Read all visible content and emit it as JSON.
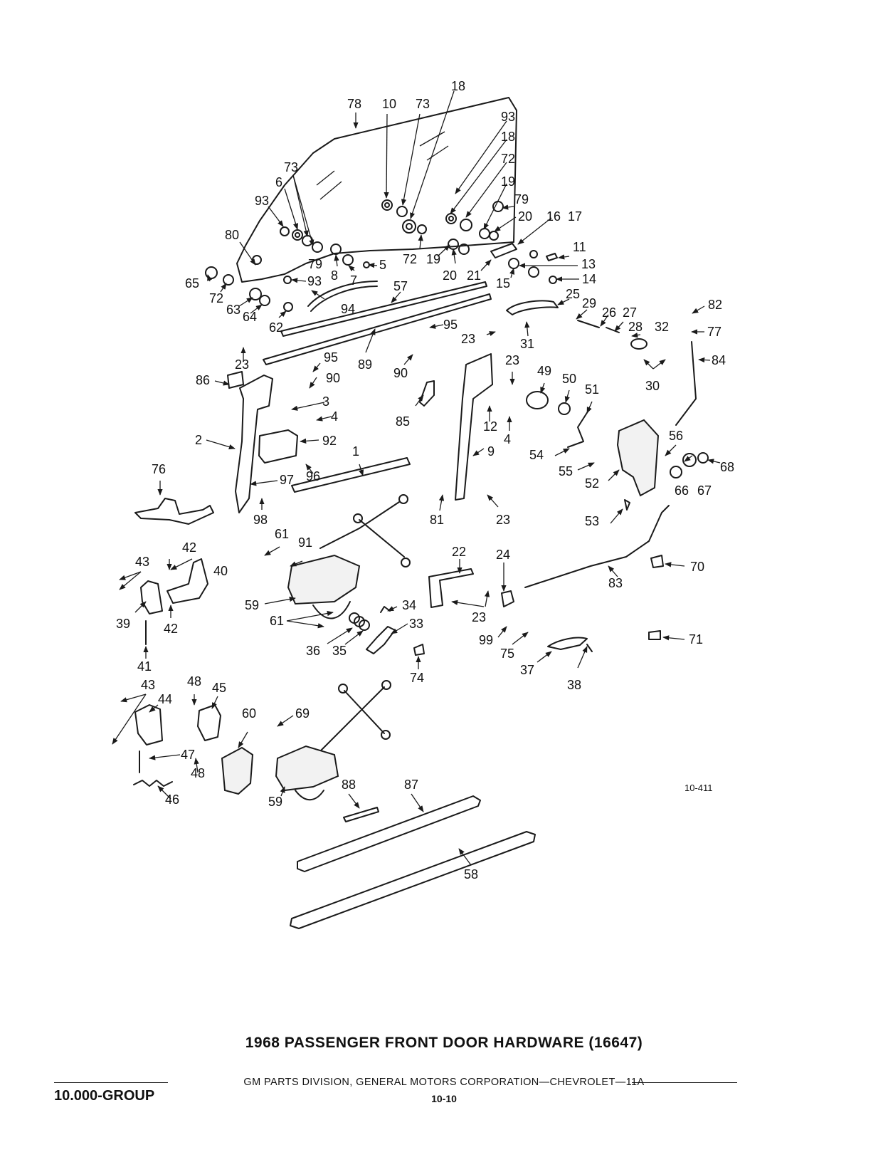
{
  "title": "1968 PASSENGER FRONT DOOR HARDWARE (16647)",
  "footer": {
    "division": "GM PARTS DIVISION, GENERAL MOTORS CORPORATION—CHEVROLET—11A",
    "group": "10.000-GROUP",
    "page": "10-10"
  },
  "figure_ref": "10-411",
  "callouts": {
    "c1": "1",
    "c2": "2",
    "c3": "3",
    "c4a": "4",
    "c4b": "4",
    "c5": "5",
    "c6": "6",
    "c7": "7",
    "c8": "8",
    "c9": "9",
    "c10": "10",
    "c11": "11",
    "c12": "12",
    "c13": "13",
    "c14": "14",
    "c15": "15",
    "c16": "16",
    "c17": "17",
    "c18a": "18",
    "c18b": "18",
    "c19a": "19",
    "c19b": "19",
    "c20a": "20",
    "c20b": "20",
    "c21": "21",
    "c22": "22",
    "c23a": "23",
    "c23b": "23",
    "c23c": "23",
    "c23d": "23",
    "c23e": "23",
    "c24": "24",
    "c25": "25",
    "c26": "26",
    "c27": "27",
    "c28": "28",
    "c29": "29",
    "c30": "30",
    "c31": "31",
    "c32": "32",
    "c33": "33",
    "c34": "34",
    "c35": "35",
    "c36": "36",
    "c37": "37",
    "c38": "38",
    "c39": "39",
    "c40": "40",
    "c41": "41",
    "c42a": "42",
    "c42b": "42",
    "c43a": "43",
    "c43b": "43",
    "c44": "44",
    "c45": "45",
    "c46": "46",
    "c47": "47",
    "c48a": "48",
    "c48b": "48",
    "c49": "49",
    "c50": "50",
    "c51": "51",
    "c52": "52",
    "c53": "53",
    "c54": "54",
    "c55": "55",
    "c56": "56",
    "c57": "57",
    "c58": "58",
    "c59a": "59",
    "c59b": "59",
    "c60": "60",
    "c61a": "61",
    "c61b": "61",
    "c62": "62",
    "c63": "63",
    "c64": "64",
    "c65": "65",
    "c66": "66",
    "c67": "67",
    "c68": "68",
    "c69": "69",
    "c70": "70",
    "c71": "71",
    "c72a": "72",
    "c72b": "72",
    "c72c": "72",
    "c73a": "73",
    "c73b": "73",
    "c74": "74",
    "c75": "75",
    "c76": "76",
    "c77": "77",
    "c78": "78",
    "c79a": "79",
    "c79b": "79",
    "c80": "80",
    "c81": "81",
    "c82": "82",
    "c83": "83",
    "c84": "84",
    "c85": "85",
    "c86": "86",
    "c87": "87",
    "c88": "88",
    "c89": "89",
    "c90a": "90",
    "c90b": "90",
    "c91": "91",
    "c92": "92",
    "c93a": "93",
    "c93b": "93",
    "c93c": "93",
    "c94": "94",
    "c95a": "95",
    "c95b": "95",
    "c96": "96",
    "c97": "97",
    "c98": "98",
    "c99": "99"
  }
}
